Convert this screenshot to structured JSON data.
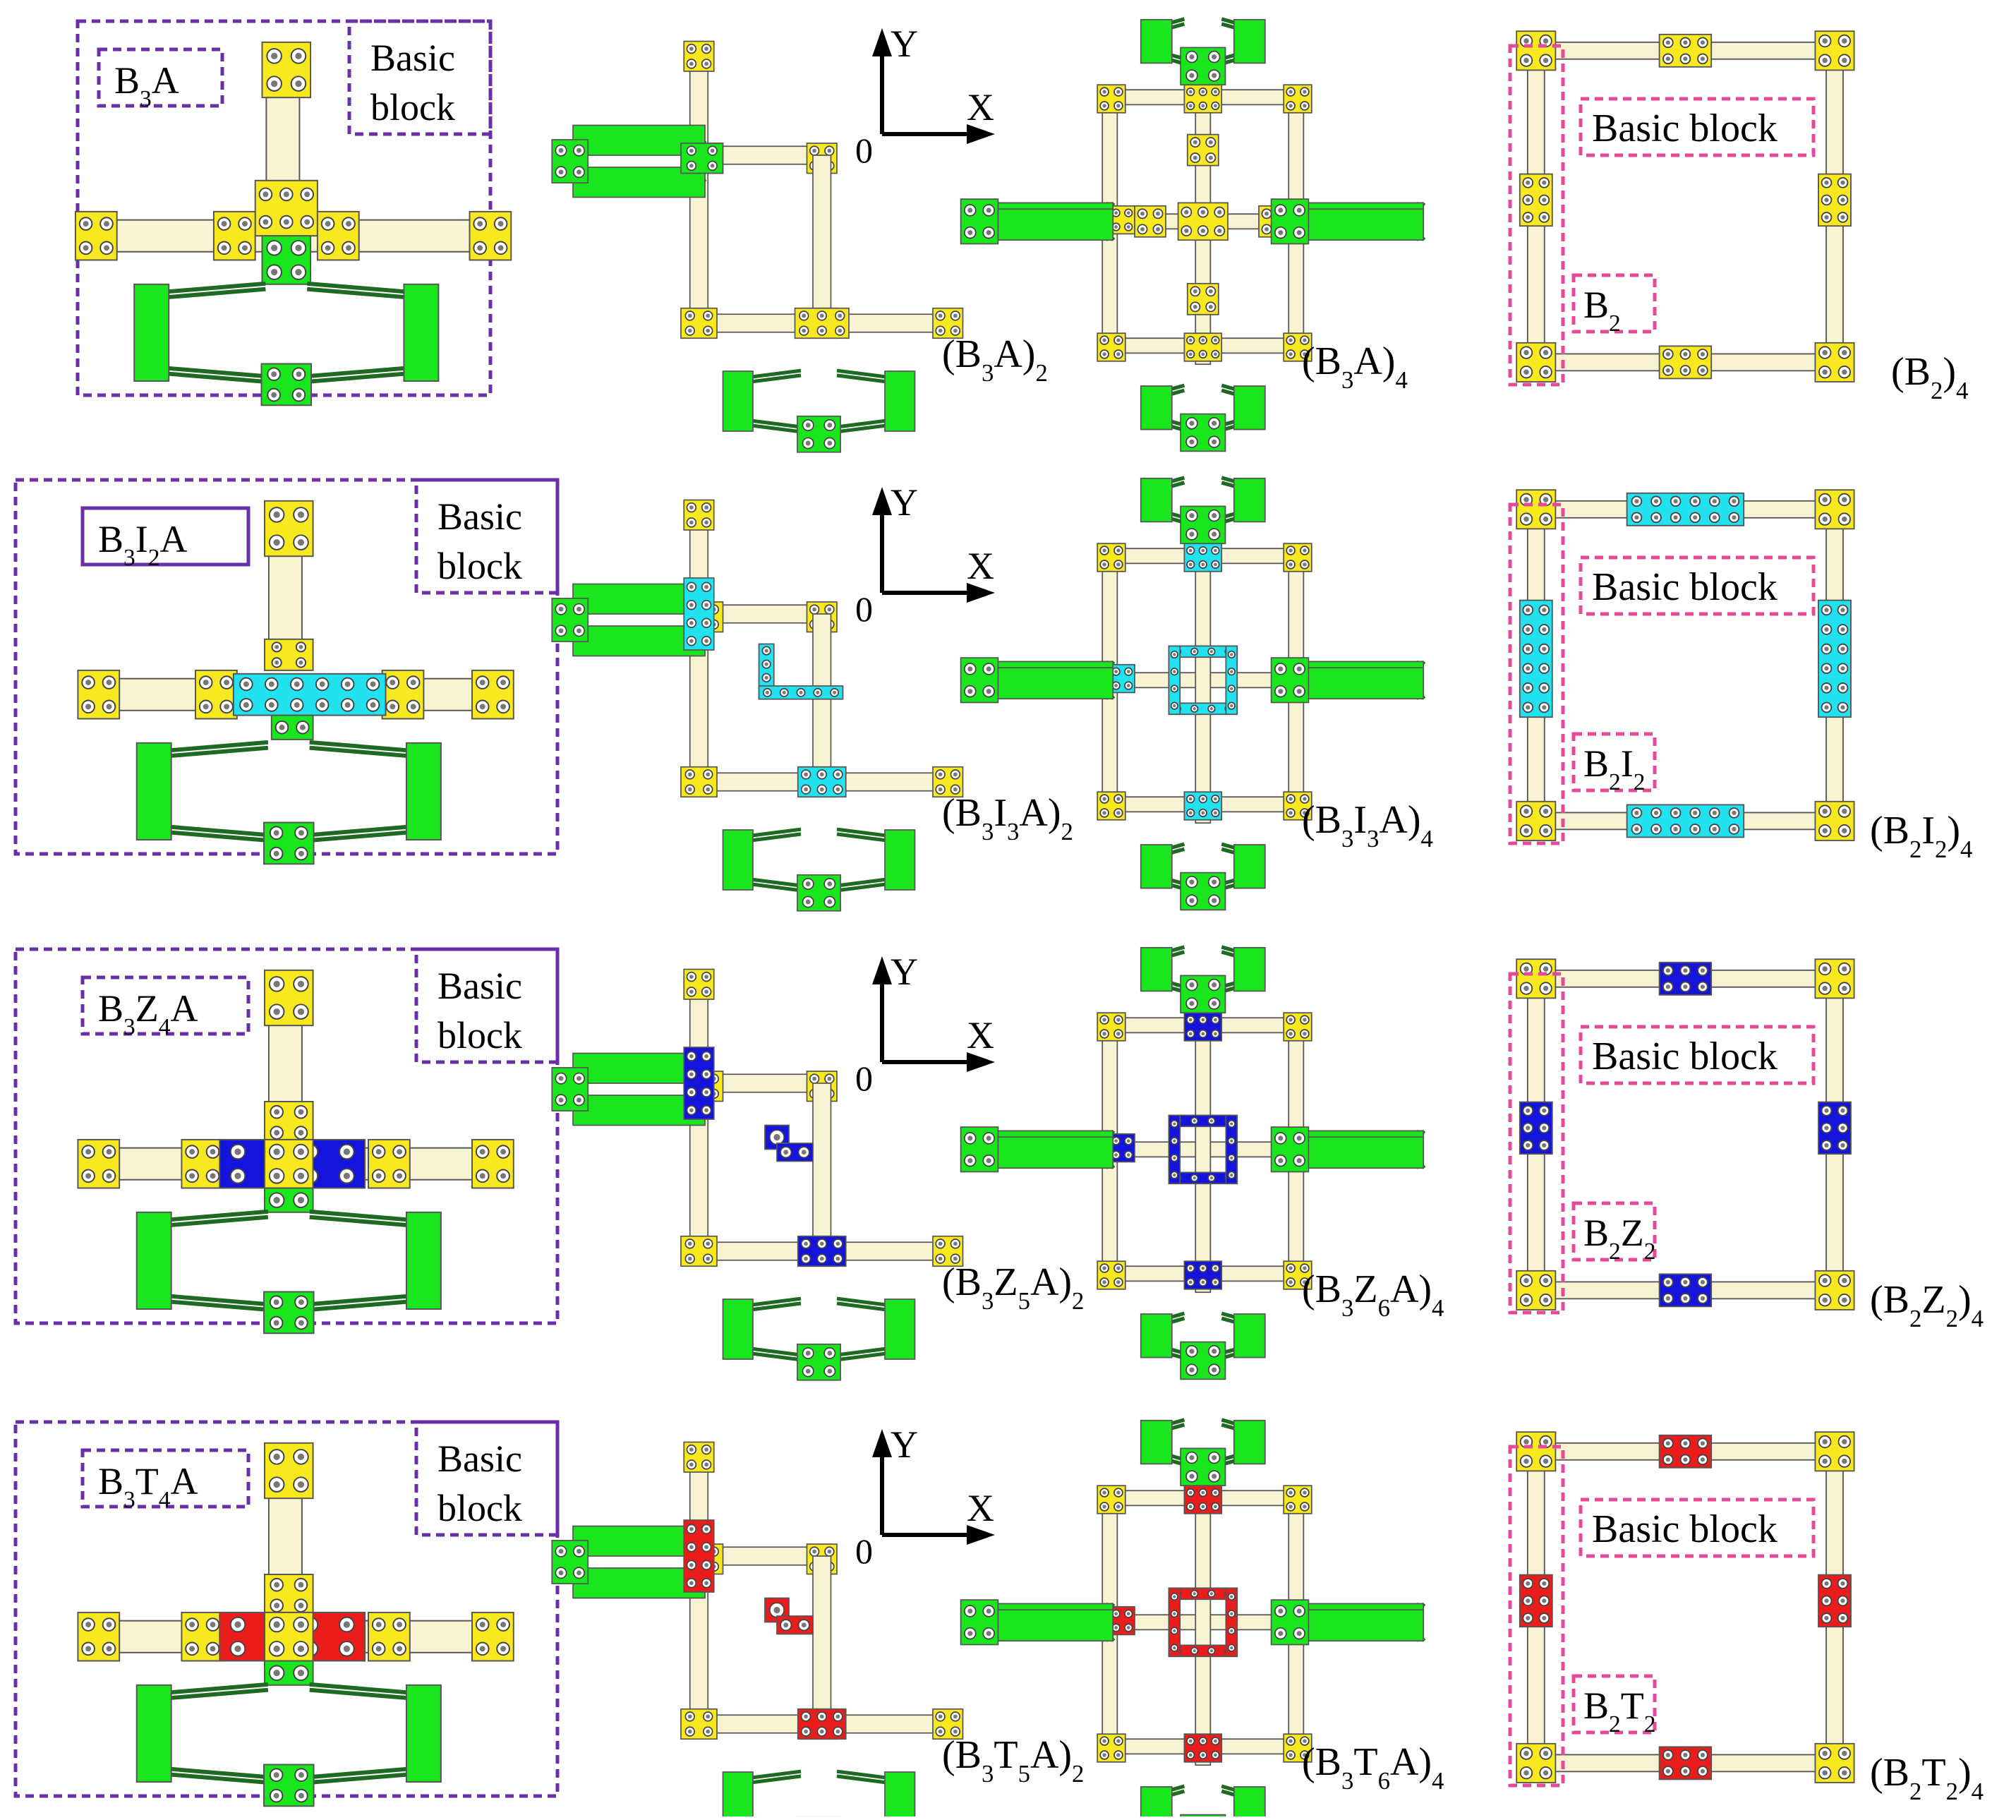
{
  "colors": {
    "yellow": "#f7e81f",
    "green": "#19e61d",
    "cyan": "#22e2ef",
    "blue": "#1414dc",
    "red": "#ea1c1c",
    "purple_box": "#6a2fa8",
    "pink_box": "#e54a9a",
    "rod": "#f7f3d3",
    "rod_edge": "#8a8a55"
  },
  "axis": {
    "x": "X",
    "y": "Y",
    "origin": "0"
  },
  "rows": [
    {
      "accent": "cyan",
      "block_label": {
        "main": "B",
        "sub1": "3",
        "mid": "",
        "sub2": "",
        "tail": "A"
      },
      "basic_block": [
        "Basic",
        "block"
      ],
      "pair_label": {
        "main": "(B",
        "sub1": "3",
        "mid": "",
        "sub2": "",
        "tail": "A)",
        "sub3": "2"
      },
      "quad_label": {
        "main": "(B",
        "sub1": "3",
        "mid": "",
        "sub2": "",
        "tail": "A)",
        "sub3": "4"
      },
      "ring_label": {
        "main": "(B",
        "sub1": "2",
        "mid": "",
        "sub2": "",
        "tail": ")",
        "sub3": "4"
      },
      "ring_basic": "Basic block",
      "ring_block": {
        "main": "B",
        "sub1": "2",
        "mid": "",
        "sub2": ""
      }
    },
    {
      "accent": "cyan",
      "block_label": {
        "main": "B",
        "sub1": "3",
        "mid": "I",
        "sub2": "2",
        "tail": "A"
      },
      "basic_block": [
        "Basic",
        "block"
      ],
      "pair_label": {
        "main": "(B",
        "sub1": "3",
        "mid": "I",
        "sub2": "3",
        "tail": "A)",
        "sub3": "2"
      },
      "quad_label": {
        "main": "(B",
        "sub1": "3",
        "mid": "I",
        "sub2": "3",
        "tail": "A)",
        "sub3": "4"
      },
      "ring_label": {
        "main": "(B",
        "sub1": "2",
        "mid": "I",
        "sub2": "2",
        "tail": ")",
        "sub3": "4"
      },
      "ring_basic": "Basic block",
      "ring_block": {
        "main": "B",
        "sub1": "2",
        "mid": "I",
        "sub2": "2"
      }
    },
    {
      "accent": "blue",
      "block_label": {
        "main": "B",
        "sub1": "3",
        "mid": "Z",
        "sub2": "4",
        "tail": "A"
      },
      "basic_block": [
        "Basic",
        "block"
      ],
      "pair_label": {
        "main": "(B",
        "sub1": "3",
        "mid": "Z",
        "sub2": "5",
        "tail": "A)",
        "sub3": "2"
      },
      "quad_label": {
        "main": "(B",
        "sub1": "3",
        "mid": "Z",
        "sub2": "6",
        "tail": "A)",
        "sub3": "4"
      },
      "ring_label": {
        "main": "(B",
        "sub1": "2",
        "mid": "Z",
        "sub2": "2",
        "tail": ")",
        "sub3": "4"
      },
      "ring_basic": "Basic block",
      "ring_block": {
        "main": "B",
        "sub1": "2",
        "mid": "Z",
        "sub2": "2"
      }
    },
    {
      "accent": "red",
      "block_label": {
        "main": "B",
        "sub1": "3",
        "mid": "T",
        "sub2": "4",
        "tail": "A"
      },
      "basic_block": [
        "Basic",
        "block"
      ],
      "pair_label": {
        "main": "(B",
        "sub1": "3",
        "mid": "T",
        "sub2": "5",
        "tail": "A)",
        "sub3": "2"
      },
      "quad_label": {
        "main": "(B",
        "sub1": "3",
        "mid": "T",
        "sub2": "6",
        "tail": "A)",
        "sub3": "4"
      },
      "ring_label": {
        "main": "(B",
        "sub1": "2",
        "mid": "T",
        "sub2": "2",
        "tail": ")",
        "sub3": "4"
      },
      "ring_basic": "Basic block",
      "ring_block": {
        "main": "B",
        "sub1": "2",
        "mid": "T",
        "sub2": "2"
      }
    }
  ]
}
